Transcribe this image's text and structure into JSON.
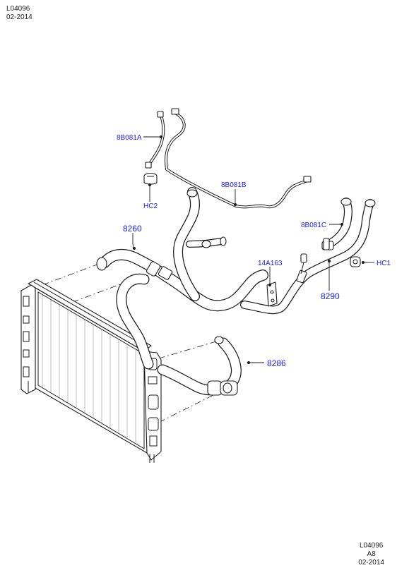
{
  "header": {
    "lines": [
      "L04096",
      "02-2014"
    ]
  },
  "footer": {
    "lines": [
      "L04096",
      "A8",
      "02-2014"
    ]
  },
  "labels": {
    "p8b081a": "8B081A",
    "hc2": "HC2",
    "p8b081b": "8B081B",
    "p8260": "8260",
    "p8b081c": "8B081C",
    "p14a163": "14A163",
    "hc1": "HC1",
    "p8290": "8290",
    "p8286": "8286"
  },
  "colors": {
    "label": "#1a1aff",
    "line": "#1b1b1b"
  }
}
